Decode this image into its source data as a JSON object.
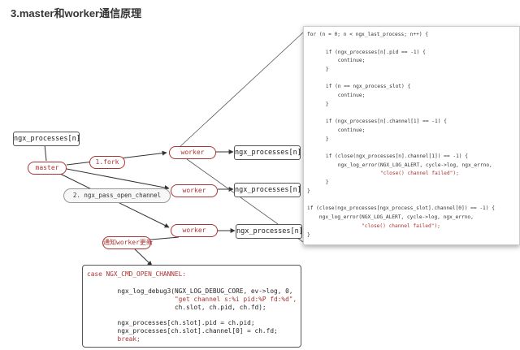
{
  "title": "3.master和worker通信原理",
  "nodes": {
    "ngx_processes_top": "ngx_processes[n]",
    "master": "master",
    "worker1": "worker",
    "worker2": "worker",
    "worker3": "worker",
    "ngx_processes_1": "ngx_processes[n]",
    "ngx_processes_2": "ngx_processes[n]",
    "ngx_processes_3": "ngx_processes[n]"
  },
  "labels": {
    "fork": "1.fork",
    "pass_channel": "2. ngx_pass_open_channel",
    "notify": "通知worker更新"
  },
  "code_panel": [
    "for (n = 0; n < ngx_last_process; n++) {",
    "",
    "    if (ngx_processes[n].pid == -1) {",
    "        continue;",
    "    }",
    "",
    "    if (n == ngx_process_slot) {",
    "        continue;",
    "    }",
    "",
    "    if (ngx_processes[n].channel[1] == -1) {",
    "        continue;",
    "    }",
    "",
    "    if (close(ngx_processes[n].channel[1]) == -1) {",
    "        ngx_log_error(NGX_LOG_ALERT, cycle->log, ngx_errno,",
    "                      \"close() channel failed\");",
    "    }",
    "}",
    "",
    "if (close(ngx_processes[ngx_process_slot].channel[0]) == -1) {",
    "    ngx_log_error(NGX_LOG_ALERT, cycle->log, ngx_errno,",
    "                  \"close() channel failed\");",
    "}"
  ],
  "code_case": [
    "case NGX_CMD_OPEN_CHANNEL:",
    "",
    "        ngx_log_debug3(NGX_LOG_DEBUG_CORE, ev->log, 0,",
    "                       \"get channel s:%i pid:%P fd:%d\",",
    "                       ch.slot, ch.pid, ch.fd);",
    "",
    "        ngx_processes[ch.slot].pid = ch.pid;",
    "        ngx_processes[ch.slot].channel[0] = ch.fd;",
    "        break;"
  ],
  "colors": {
    "accent": "#a33333",
    "line": "#333333",
    "border": "#555555"
  }
}
